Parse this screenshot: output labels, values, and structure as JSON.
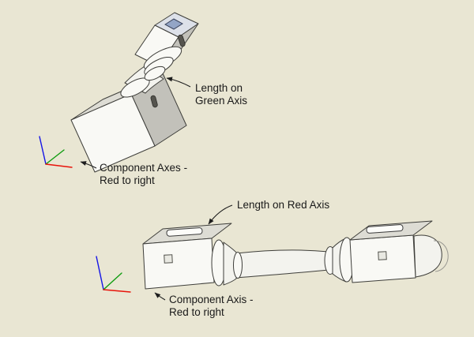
{
  "scene": {
    "background": "#e9e6d3"
  },
  "colors": {
    "red_axis": "#e8130a",
    "green_axis": "#0f9c0f",
    "blue_axis": "#1414e6",
    "slot_blue": "#93a5c6"
  },
  "annotations": {
    "length_green_axis": {
      "line1": "Length on",
      "line2": "Green Axis"
    },
    "component_axes_top": {
      "line1": "Component Axes -",
      "line2": "Red to right"
    },
    "length_red_axis": {
      "text": "Length on Red Axis"
    },
    "component_axes_bottom": {
      "line1": "Component Axis -",
      "line2": "Red to right"
    }
  }
}
